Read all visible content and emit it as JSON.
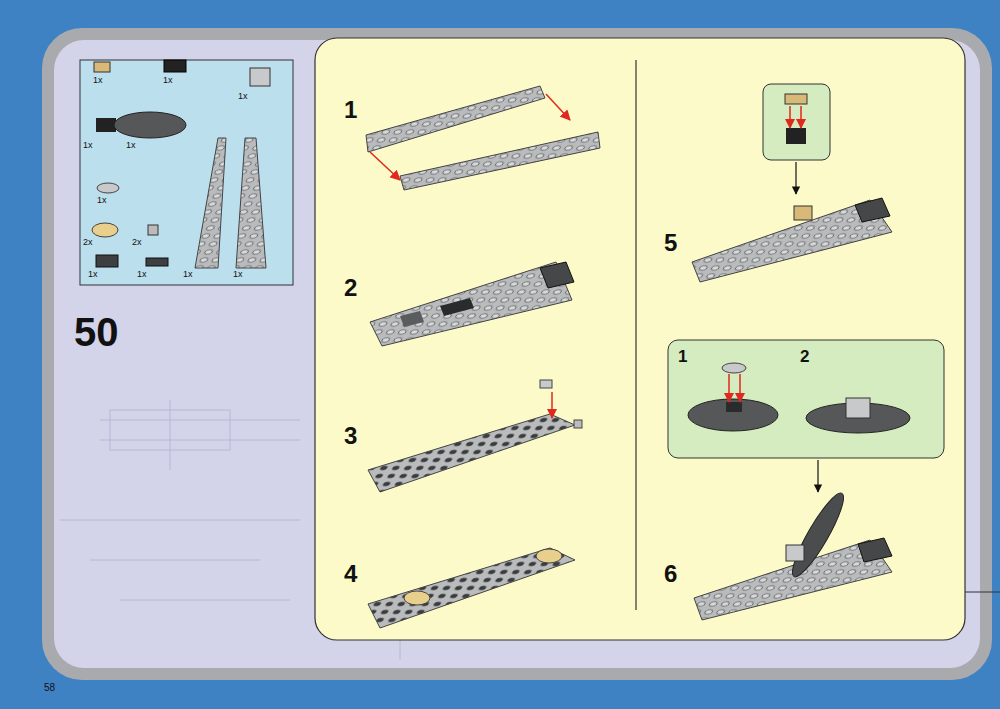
{
  "diagram": {
    "labels": [
      "1x",
      "1x",
      "1x",
      "1x",
      "1x",
      "1x",
      "2x",
      "2x",
      "1x",
      "1x",
      "1x",
      "1x",
      "50",
      "1",
      "2",
      "3",
      "4",
      "5",
      "6",
      "1",
      "2",
      "58"
    ]
  }
}
